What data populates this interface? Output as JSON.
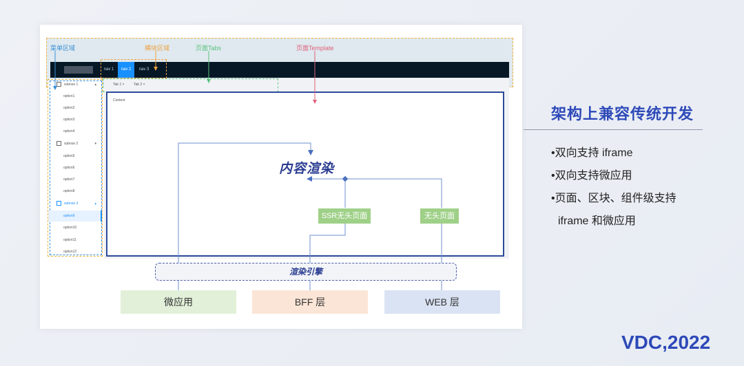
{
  "annotations": {
    "menu_region": "菜单区域",
    "nav_region": "横块区域",
    "page_tabs": "页面Tabs",
    "page_template": "页面Template"
  },
  "colors": {
    "annotation_blue": "#3b8fd6",
    "annotation_orange": "#f0a040",
    "annotation_green": "#5cc27e",
    "annotation_red": "#e0607a",
    "title_blue": "#2d49b8"
  },
  "mockup": {
    "nav": [
      "nav 1",
      "nav 2",
      "nav 3"
    ],
    "tabs": [
      "Tab 1  ×",
      "Tab 2  ×"
    ],
    "content_label": "Content",
    "menu": {
      "subnav1": "subnav 1",
      "options_a": [
        "option1",
        "option2",
        "option3",
        "option4"
      ],
      "subnav2": "subnav 2",
      "options_b": [
        "option5",
        "option6",
        "option7",
        "option8"
      ],
      "subnav3": "subnav 3",
      "options_c": [
        "option9",
        "option10",
        "option11",
        "option12"
      ]
    }
  },
  "diagram": {
    "render_title": "内容渲染",
    "ssr_headless": "SSR无头页面",
    "headless": "无头页面",
    "engine": "渲染引擎",
    "layers": [
      {
        "label": "微应用",
        "color": "#e2f0d9"
      },
      {
        "label": "BFF 层",
        "color": "#fbe5d6"
      },
      {
        "label": "WEB 层",
        "color": "#dae3f3"
      }
    ]
  },
  "panel": {
    "title": "架构上兼容传统开发",
    "bullets": [
      "•双向支持 iframe",
      "•双向支持微应用",
      "•页面、区块、组件级支持",
      "iframe 和微应用"
    ]
  },
  "brand": "VDC,2022"
}
